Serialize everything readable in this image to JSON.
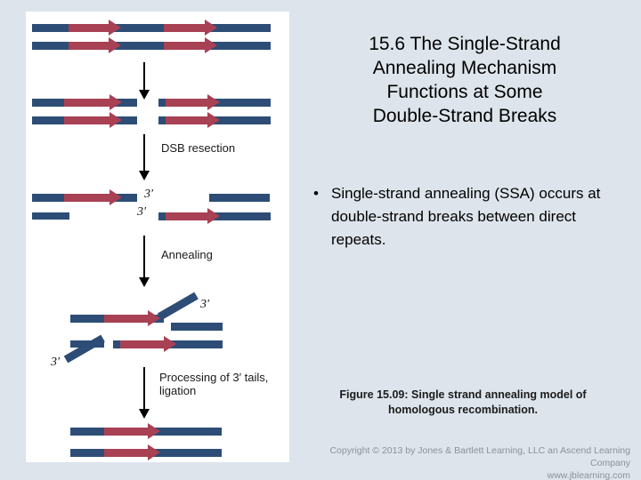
{
  "slide": {
    "background_color": "#dde4ec",
    "title": "15.6  The Single-Strand Annealing Mechanism Functions at Some Double-Strand Breaks",
    "title_lines": [
      "15.6  The Single-Strand",
      "Annealing Mechanism",
      "Functions at Some",
      "Double-Strand Breaks"
    ]
  },
  "bullets": [
    {
      "marker": "•",
      "text": "Single-strand annealing (SSA) occurs at double-strand breaks between direct repeats."
    }
  ],
  "caption": {
    "line1": "Figure 15.09: Single strand annealing model of",
    "line2": "homologous recombination."
  },
  "copyright": {
    "line1": "Copyright © 2013 by Jones & Bartlett Learning, LLC an Ascend Learning Company",
    "line2": "www.jblearning.com"
  },
  "figure": {
    "panel_background": "#ffffff",
    "colors": {
      "backbone_blue": "#2d4d77",
      "repeat_red": "#a84154",
      "arrow_black": "#000000"
    },
    "process_labels": [
      {
        "id": "dsb-resection",
        "text": "DSB resection"
      },
      {
        "id": "annealing",
        "text": "Annealing"
      },
      {
        "id": "processing-ligation",
        "text": "Processing of 3′ tails,\nligation"
      }
    ],
    "prime_labels": [
      {
        "id": "prime-top-resection",
        "text": "3′"
      },
      {
        "id": "prime-bottom-resection",
        "text": "3′"
      },
      {
        "id": "prime-top-annealed",
        "text": "3′"
      },
      {
        "id": "prime-bottom-annealed",
        "text": "3′"
      }
    ],
    "stages": [
      {
        "id": "stage-intact-duplex",
        "name": "Intact duplex with two direct repeats"
      },
      {
        "id": "stage-double-strand-break",
        "name": "Double-strand break"
      },
      {
        "id": "stage-resected",
        "name": "Resected 3 prime single-strand tails"
      },
      {
        "id": "stage-annealed",
        "name": "Annealed intermediate with 3 prime flaps"
      },
      {
        "id": "stage-ligated-product",
        "name": "Ligated product with single repeat"
      }
    ]
  }
}
